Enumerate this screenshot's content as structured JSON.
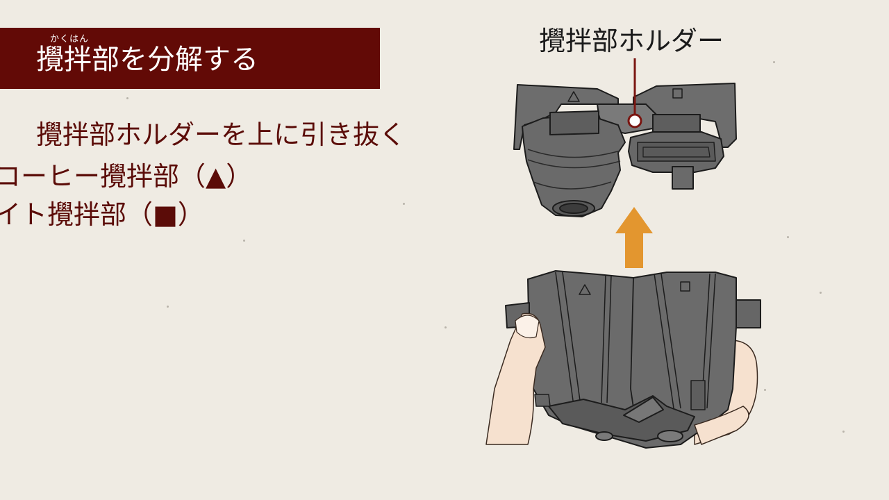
{
  "header": {
    "ruby": "かくはん",
    "title": "攪拌部を分解する"
  },
  "instructions": [
    "攪拌部ホルダーを上に引き抜く",
    "コーヒー攪拌部（▲）",
    "イト攪拌部（■）"
  ],
  "callout": {
    "label": "攪拌部ホルダー"
  },
  "colors": {
    "banner": "#620a06",
    "text": "#5b0c08",
    "arrow": "#e3962f",
    "part": "#6b6b6b",
    "background": "#efebe3"
  }
}
